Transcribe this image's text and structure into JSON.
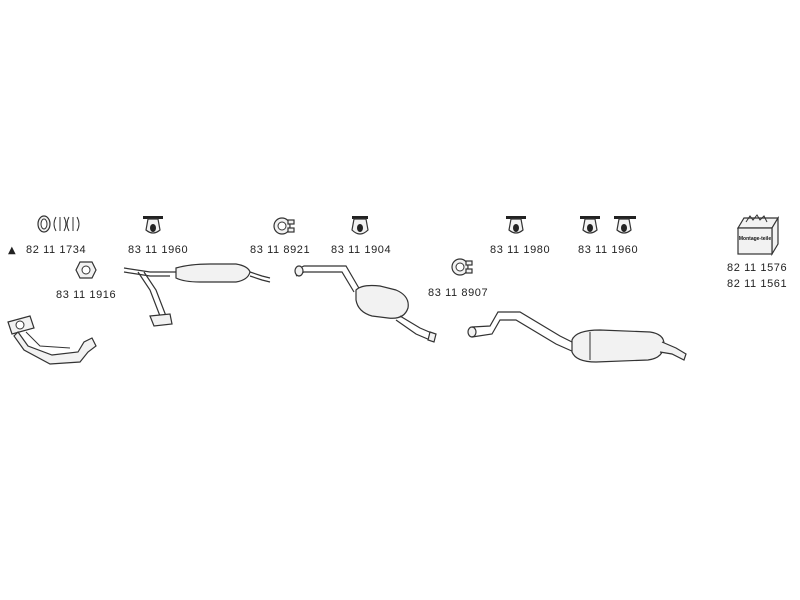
{
  "part_numbers": {
    "gasket_set": "82 11 1734",
    "seal_ring": "83 11 1916",
    "hanger_1": "83 11 1960",
    "clamp_1": "83 11 8921",
    "hanger_2": "83 11 1904",
    "clamp_2": "83 11 8907",
    "hanger_3": "83 11 1980",
    "hanger_4": "83 11 1960",
    "mounting_kit_1": "82 11 1576",
    "mounting_kit_2": "82 11 1561"
  },
  "kit_box_label": "Montage-teile",
  "marker_symbol": "▲"
}
